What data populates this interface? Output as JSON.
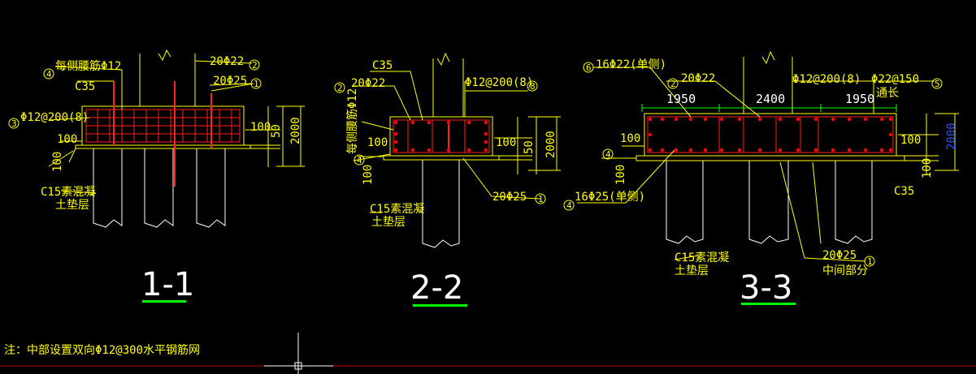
{
  "colors": {
    "background": "#000000",
    "outline": "#ffff00",
    "rebar": "#ff2020",
    "dimension": "#00ff00",
    "section_title": "#ffffff",
    "underline": "#00ff00",
    "bottom_line": "#cc0000",
    "dim_blue": "#3050ff"
  },
  "sections": {
    "s1": {
      "title": "1-1",
      "labels": {
        "side_rebar": "每侧腰筋Φ12",
        "concrete": "C35",
        "top_rebar": "20Φ22",
        "bottom_rebar": "20Φ25",
        "stirrup": "Φ12@200(8)",
        "base": "C15素混凝",
        "base2": "土垫层"
      },
      "circles": {
        "c1": "1",
        "c2": "2",
        "c3": "3",
        "c4": "4"
      },
      "dims": {
        "d100a": "100",
        "d50": "50",
        "d2000": "2000",
        "d100b": "100",
        "d100c": "100"
      }
    },
    "s2": {
      "title": "2-2",
      "labels": {
        "concrete": "C35",
        "top_rebar": "20Φ22",
        "stirrup": "Φ12@200(8)",
        "side_rebar": "每侧腰筋Φ12",
        "bottom_rebar": "20Φ25",
        "base": "C15素混凝",
        "base2": "土垫层"
      },
      "circles": {
        "c1": "1",
        "c2": "2",
        "c4": "4",
        "c8": "8"
      },
      "dims": {
        "d100a": "100",
        "d100b": "100",
        "d50": "50",
        "d2000": "2000",
        "d100c": "100"
      }
    },
    "s3": {
      "title": "3-3",
      "labels": {
        "side_top": "16Φ22(单侧)",
        "top_rebar": "20Φ22",
        "stirrup": "Φ12@200(8)",
        "through": "Φ22@150",
        "through2": "通长",
        "side_bottom": "16Φ25(单侧)",
        "bottom_rebar": "20Φ25",
        "middle": "中间部分",
        "concrete": "C35",
        "base": "C15素混凝",
        "base2": "土垫层"
      },
      "circles": {
        "c1": "1",
        "c2": "2",
        "c4": "4",
        "c5": "5",
        "c6": "6"
      },
      "dims": {
        "w1": "1950",
        "w2": "2400",
        "w3": "1950",
        "d100a": "100",
        "d100b": "100",
        "d100c": "100",
        "d2000": "2000"
      }
    }
  },
  "note": "注：中部设置双向Φ12@300水平钢筋网"
}
